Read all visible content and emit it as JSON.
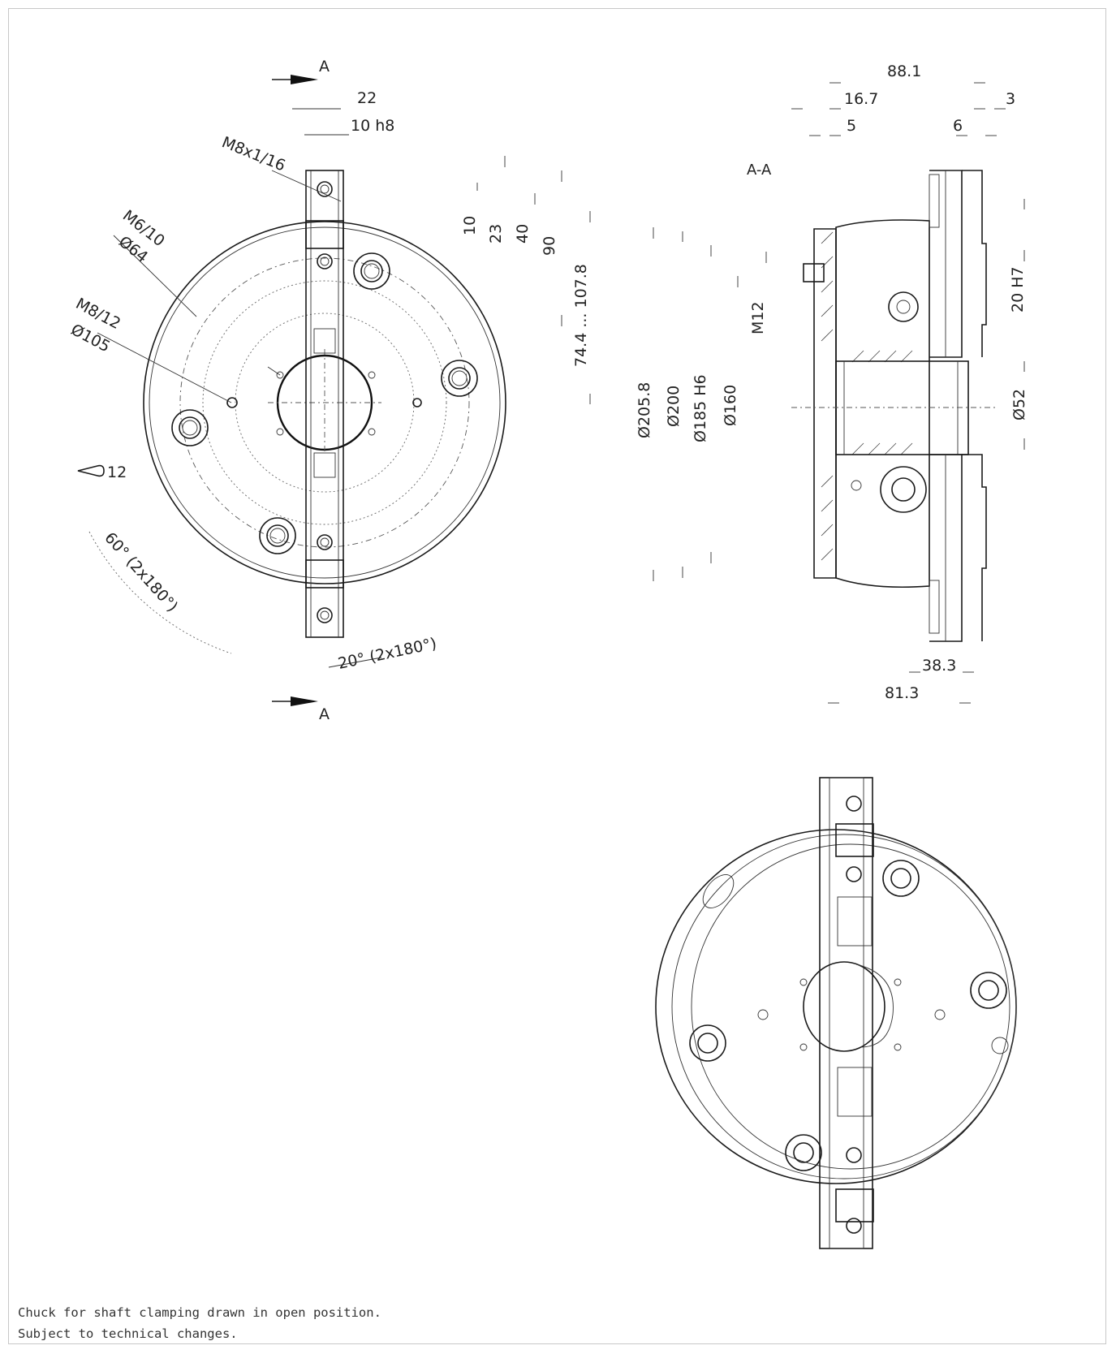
{
  "section": {
    "marker": "A",
    "title": "A-A"
  },
  "front_view": {
    "dims": {
      "width_22": "22",
      "slot_10h8": "10 h8",
      "thread_m8x1": "M8x1/16",
      "thread_m6": "M6/10",
      "dia_64": "Ø64",
      "thread_m8": "M8/12",
      "dia_105": "Ø105",
      "key_12": "12",
      "angle_60": "60° (2x180°)",
      "angle_20": "20° (2x180°)"
    }
  },
  "heights": {
    "h10": "10",
    "h23": "23",
    "h40": "40",
    "h90": "90",
    "h107": "74.4 ... 107.8"
  },
  "diameters": {
    "d2058": "Ø205.8",
    "d200": "Ø200",
    "d185": "Ø185 H6",
    "d160": "Ø160",
    "m12": "M12"
  },
  "side_view": {
    "dims": {
      "d881": "88.1",
      "d167": "16.7",
      "d3": "3",
      "d5": "5",
      "d6": "6",
      "d20h7": "20 H7",
      "d52": "Ø52",
      "d383": "38.3",
      "d813": "81.3"
    }
  },
  "notes": {
    "line1": "Chuck for shaft clamping drawn in open position.",
    "line2": "Subject to technical changes."
  }
}
